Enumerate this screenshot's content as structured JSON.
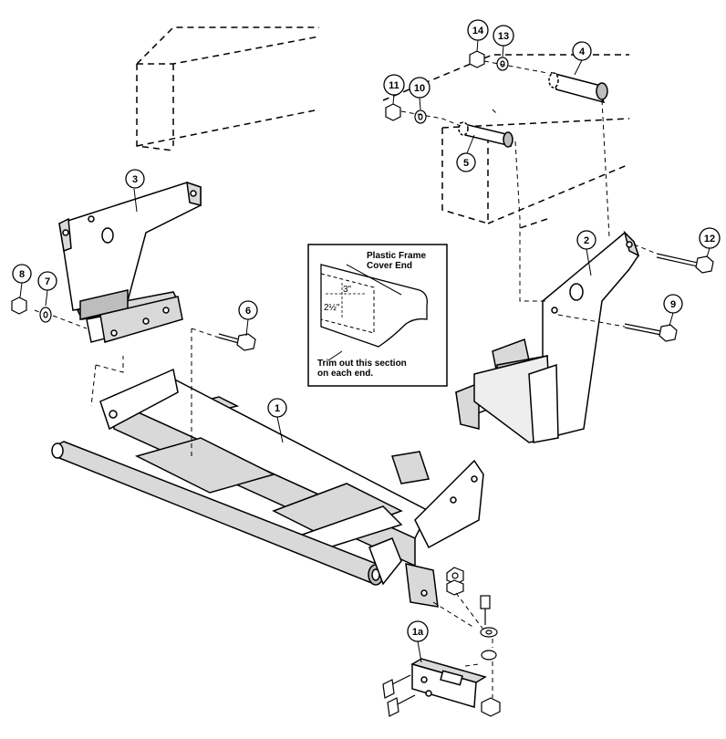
{
  "callouts": {
    "c1": "1",
    "c1a": "1a",
    "c2": "2",
    "c3": "3",
    "c4": "4",
    "c5": "5",
    "c6": "6",
    "c7": "7",
    "c8": "8",
    "c9": "9",
    "c10": "10",
    "c11": "11",
    "c12": "12",
    "c13": "13",
    "c14": "14"
  },
  "inset": {
    "title_line1": "Plastic Frame",
    "title_line2": "Cover End",
    "dim_horizontal": "3\"",
    "dim_vertical": "2½\"",
    "note_line1": "Trim out this section",
    "note_line2": "on each end."
  },
  "colors": {
    "line": "#000000",
    "shade": "#d9d9d9",
    "dark": "#9a9a9a",
    "background": "#ffffff"
  }
}
